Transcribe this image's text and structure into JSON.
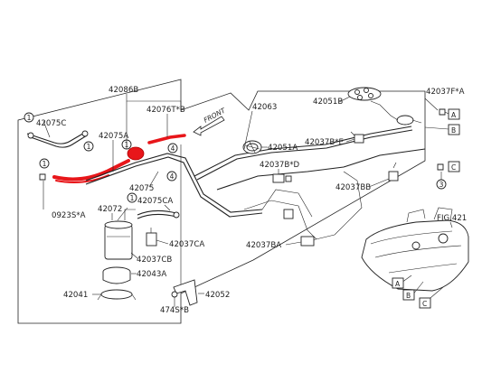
{
  "labels": {
    "p42086B": "42086B",
    "p42076TB": "42076T*B",
    "p42075C": "42075C",
    "p42075A": "42075A",
    "p42063": "42063",
    "front": "FRONT",
    "p42051B": "42051B",
    "p42037FA": "42037F*A",
    "p42051A": "42051A",
    "p42037BE": "42037B*E",
    "p42037BD": "42037B*D",
    "p42075": "42075",
    "p42075CA": "42075CA",
    "p0923SA": "0923S*A",
    "p42072": "42072",
    "p42037BB": "42037BB",
    "fig421": "FIG.421",
    "p42037CA": "42037CA",
    "p42037BA": "42037BA",
    "p42037CB": "42037CB",
    "p42043A": "42043A",
    "p42041": "42041",
    "p42052": "42052",
    "p474SB": "474S*B"
  },
  "refs": {
    "A": "A",
    "B": "B",
    "C": "C"
  },
  "circled": {
    "one": "1",
    "four": "4",
    "three": "3"
  },
  "colors": {
    "highlight": "#e8161a",
    "ink": "#222222"
  }
}
